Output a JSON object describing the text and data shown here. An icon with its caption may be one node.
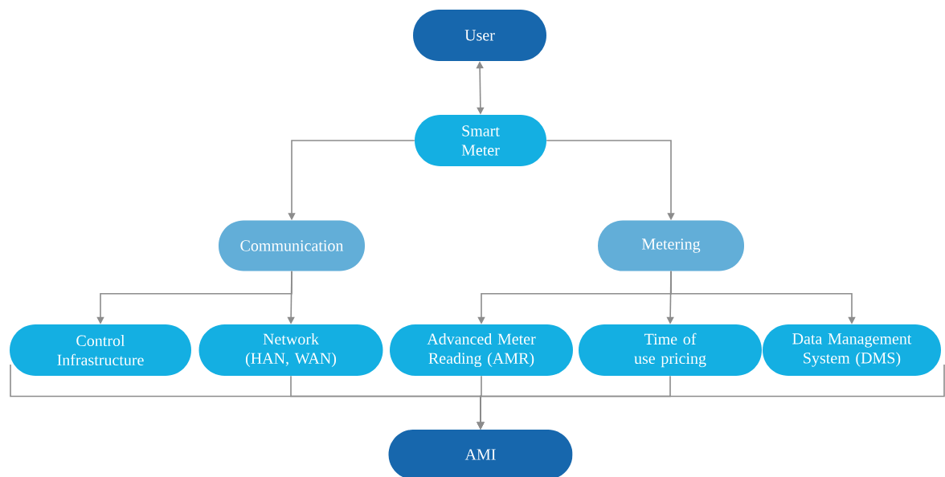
{
  "diagram": {
    "nodes": [
      {
        "text": [
          "User"
        ]
      },
      {
        "text": [
          "Smart Meter"
        ]
      },
      {
        "text": [
          "Communication"
        ]
      },
      {
        "text": [
          "Metering"
        ]
      },
      {
        "text": [
          "Control Infrastructure"
        ]
      },
      {
        "text": [
          "Network (HAN, WAN)"
        ]
      },
      {
        "text": [
          "Advanced Meter Reading (AMR)"
        ]
      },
      {
        "text": [
          "Time of use pricing"
        ]
      },
      {
        "text": [
          "Data Management System (DMS)"
        ]
      },
      {
        "text": [
          "AMI"
        ]
      }
    ],
    "edges": [
      {
        "from": 0,
        "to": 1,
        "arrow": "both"
      },
      {
        "from": 1,
        "to": 2,
        "arrow": "to"
      },
      {
        "from": 1,
        "to": 3,
        "arrow": "to"
      },
      {
        "from": 2,
        "to": 4,
        "arrow": "to"
      },
      {
        "from": 2,
        "to": 5,
        "arrow": "to"
      },
      {
        "from": 3,
        "to": 6,
        "arrow": "to"
      },
      {
        "from": 3,
        "to": 7,
        "arrow": "to"
      },
      {
        "from": 3,
        "to": 8,
        "arrow": "to"
      },
      {
        "from": 4,
        "to": 9,
        "arrow": "to"
      },
      {
        "from": 5,
        "to": 9,
        "arrow": "to"
      },
      {
        "from": 6,
        "to": 9,
        "arrow": "to"
      },
      {
        "from": 7,
        "to": 9,
        "arrow": "to"
      },
      {
        "from": 8,
        "to": 9,
        "arrow": "to"
      }
    ]
  }
}
